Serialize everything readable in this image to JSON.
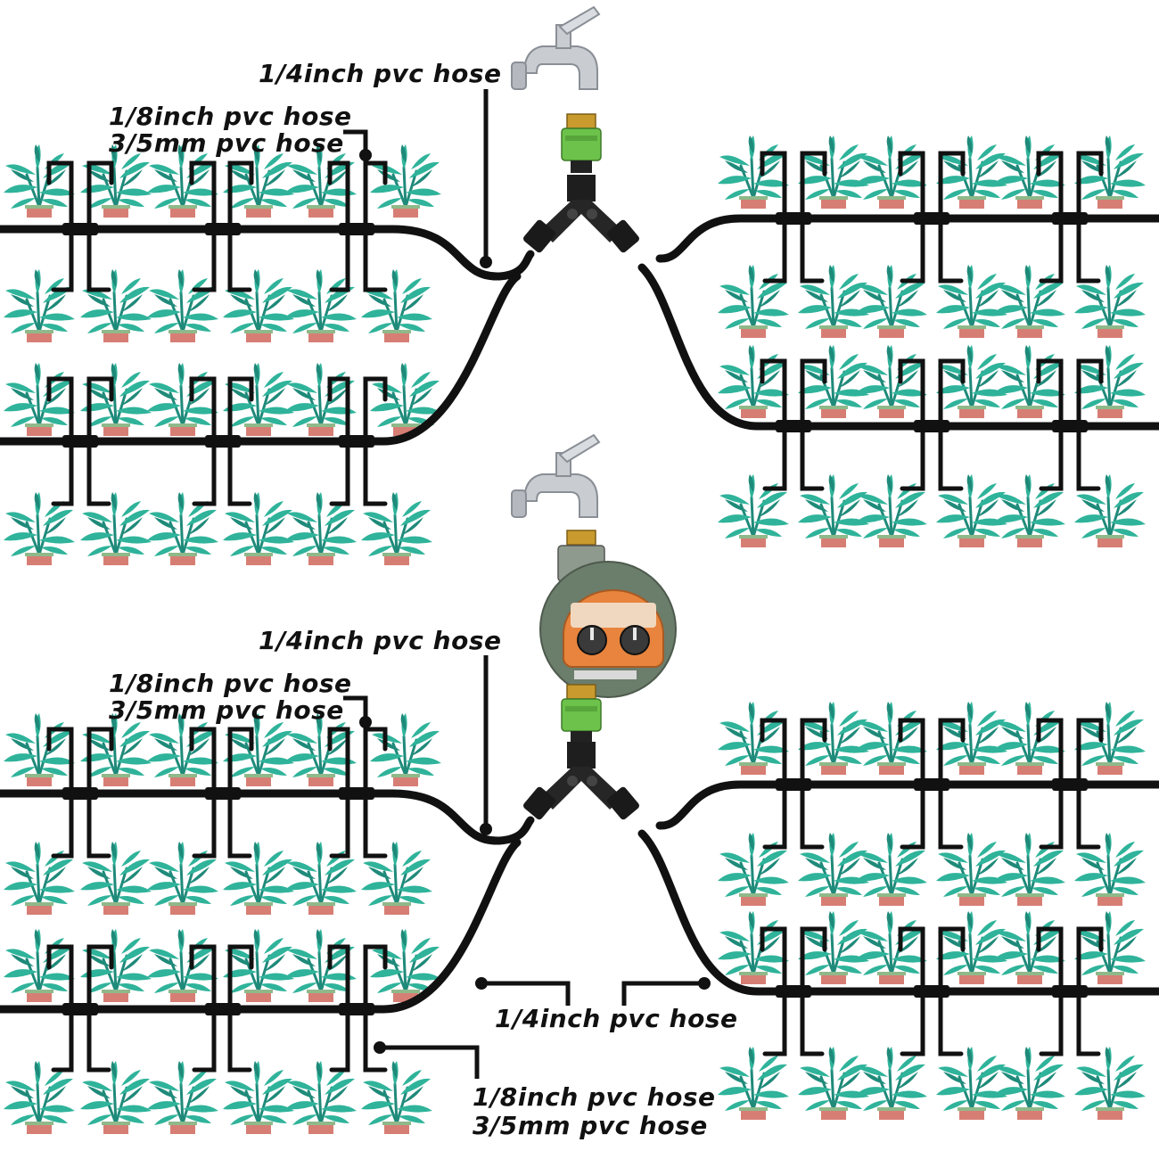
{
  "labels": {
    "top_quarter": "1/4inch pvc hose",
    "top_eighth": "1/8inch pvc hose",
    "top_mm": "3/5mm pvc hose",
    "mid_quarter": "1/4inch pvc hose",
    "mid_eighth": "1/8inch pvc hose",
    "mid_mm": "3/5mm pvc hose",
    "bottom_quarter": "1/4inch pvc hose",
    "bottom_eighth": "1/8inch pvc hose",
    "bottom_mm": "3/5mm pvc hose"
  },
  "colors": {
    "hose": "#111111",
    "leaf_dark": "#1f8a7a",
    "leaf_light": "#2fb39a",
    "pot": "#d77e74",
    "pot_rim": "#8fb98a",
    "faucet": "#c9ccd1",
    "brass": "#c99a2e",
    "connector_green": "#6cc24a",
    "timer_body": "#6b7d6b",
    "timer_face": "#e8843d"
  },
  "icons": [
    "faucet-icon",
    "brass-adapter-icon",
    "quick-connector-icon",
    "y-splitter-icon",
    "water-timer-icon",
    "potted-plant-icon"
  ]
}
